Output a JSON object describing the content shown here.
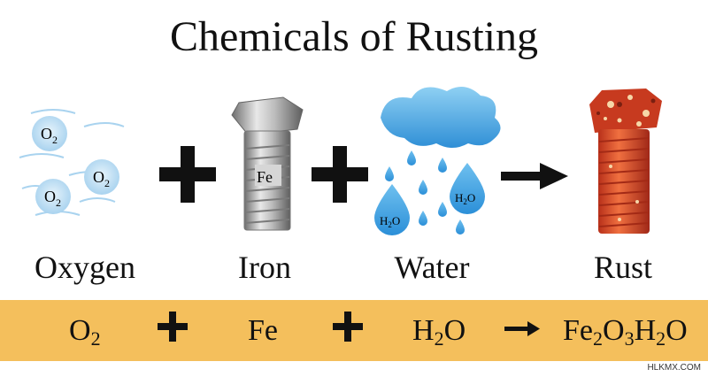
{
  "title": "Chemicals of Rusting",
  "items": [
    {
      "label": "Oxygen"
    },
    {
      "label": "Iron",
      "symbol": "Fe"
    },
    {
      "label": "Water"
    },
    {
      "label": "Rust"
    }
  ],
  "molecules": {
    "oxygen": {
      "base": "O",
      "sub": "2"
    },
    "water": {
      "h": "H",
      "sub": "2",
      "o": "O"
    }
  },
  "equation": {
    "o2": {
      "base": "O",
      "sub": "2"
    },
    "fe": "Fe",
    "h2o": {
      "h": "H",
      "sub": "2",
      "o": "O"
    },
    "rust": {
      "fe": "Fe",
      "fe_sub": "2",
      "o": "O",
      "o_sub": "3",
      "h": "H",
      "h_sub": "2",
      "o2": "O"
    }
  },
  "watermark": "HLKMX.COM",
  "colors": {
    "band": "#f4bf5c",
    "steel": "#9a9a9a",
    "rust": "#e05a2a",
    "water": "#3a9fe0",
    "bubble": "#cfe8f7"
  },
  "icons": [
    "oxygen-molecules-icon",
    "bolt-icon",
    "rain-cloud-icon",
    "rusty-bolt-icon",
    "plus-icon",
    "arrow-icon"
  ]
}
